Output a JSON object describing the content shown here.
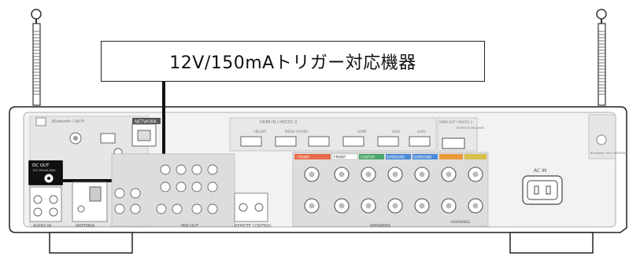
{
  "callout": {
    "text": "12V/150mAトリガー対応機器"
  },
  "panel_labels": {
    "bt_wifi": "Bluetooth / Wi-Fi",
    "network": "NETWORK",
    "dc_out": "DC OUT",
    "dc_out_spec": "12V 150mA MAX",
    "audio_in": "AUDIO IN",
    "antenna": "ANTENNA",
    "pre_out": "PRE OUT",
    "remote_control": "REMOTE CONTROL",
    "hdmi_in": "HDMI IN / HDCP2.3",
    "hdmi_out": "HDMI OUT / HDCP2.3",
    "hdmi_out_sub": "MONITOR ARC/eARC",
    "hdmi_tags": [
      "CBL/SAT",
      "MEDIA PLAYER",
      "GAME",
      "AUX1",
      "AUX2"
    ],
    "speakers": "SPEAKERS",
    "speaker_groups": [
      "FRONT",
      "FRONT",
      "CENTER",
      "SURROUND",
      "SURROUND",
      "ASSIGNABLE"
    ],
    "ac_in": "AC IN",
    "bt_wifi_right": "Bluetooth / Wi-Fi ANTENNA"
  },
  "colors": {
    "front": "#e86a4a",
    "center": "#4aa66a",
    "surround": "#4a8ad6",
    "assignable_a": "#e89a3a",
    "assignable_b": "#d6c04a"
  }
}
